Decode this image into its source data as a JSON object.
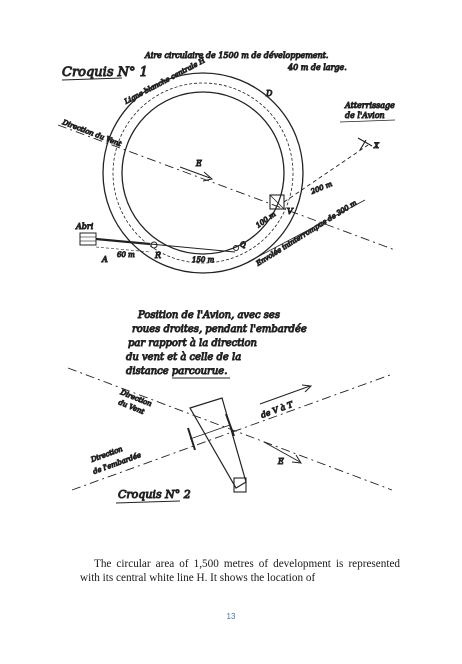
{
  "sketch1": {
    "title": "Croquis N° 1",
    "caption_line1": "Aire circulaire de 1500 m de développement.",
    "caption_line2": "40 m de large.",
    "white_line": "Ligne blanche centrale H",
    "landing_line1": "Atterrissage",
    "landing_line2": "de l'Avion",
    "wind_direction": "Direction du Vent",
    "wind_label": "E",
    "shelter": "Abri",
    "mark_a": "A",
    "mark_r": "R",
    "mark_d": "D",
    "mark_v": "V",
    "mark_q": "Q",
    "mark_x": "X",
    "dist_60": "60 m",
    "dist_150": "150 m",
    "dist_100": "100 m",
    "dist_200": "200 m",
    "flight_path": "Envolée ininterrompue de 300 m"
  },
  "sketch2": {
    "title": "Croquis N° 2",
    "note_line1": "Position de l'Avion, avec ses",
    "note_line2": "roues droites, pendant l'embardée",
    "note_line3": "par rapport à la direction",
    "note_line4": "du vent et à celle de la",
    "note_line5": "distance parcourue.",
    "wind_direction_1": "Direction",
    "wind_direction_2": "du Vent",
    "swerve_direction_1": "Direction",
    "swerve_direction_2": "de l'embardée",
    "label_t": "de V à T",
    "label_e": "E"
  },
  "body": {
    "paragraph": "The circular area of 1,500 metres of development is represented with its central white line H. It shows the location of"
  },
  "page_number": "13"
}
